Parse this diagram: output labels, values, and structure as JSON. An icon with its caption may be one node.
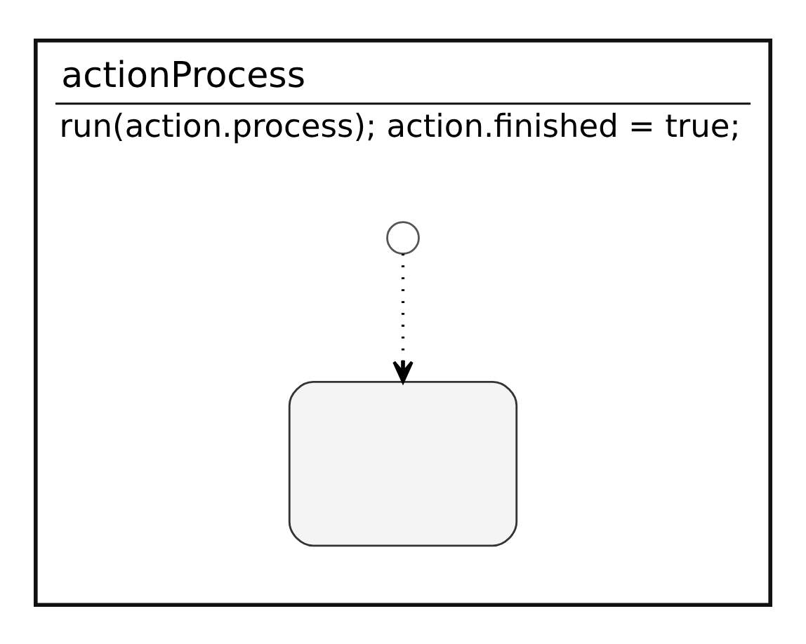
{
  "diagram": {
    "nodes": [
      {
        "text": [
          "actionProcess",
          "run(action.process); action.finished = true;"
        ]
      },
      {
        "text": [],
        "shape": "circle",
        "in": 0
      },
      {
        "text": [],
        "shape": "box",
        "in": 0
      }
    ],
    "edges": [
      {
        "from": 1,
        "to": 2,
        "arrow": "to",
        "style": "dashed"
      }
    ]
  }
}
